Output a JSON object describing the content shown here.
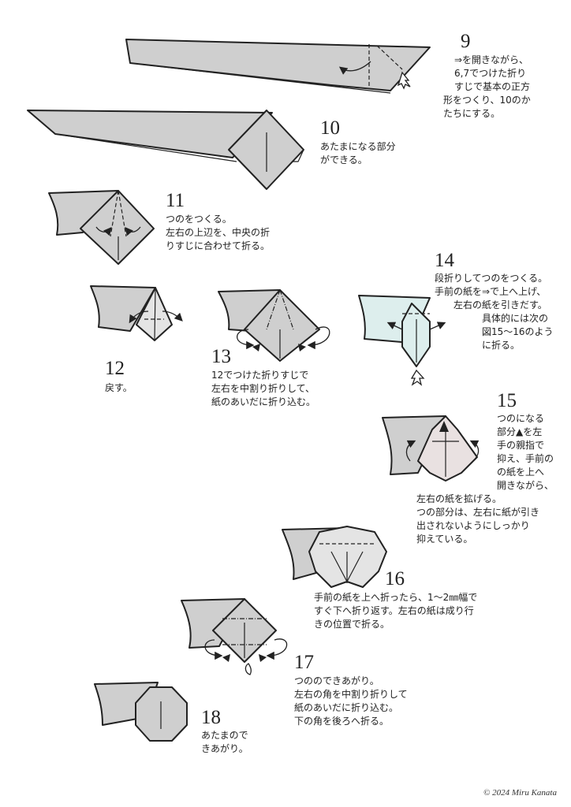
{
  "steps": [
    {
      "num": "9",
      "lines": [
        "⇒を開きながら、",
        "6,7でつけた折り",
        "すじで基本の正方",
        "形をつくり、10のか",
        "たちにする。"
      ]
    },
    {
      "num": "10",
      "lines": [
        "あたまになる部分",
        "ができる。"
      ]
    },
    {
      "num": "11",
      "lines": [
        "つのをつくる。",
        "左右の上辺を、中央の折",
        "りすじに合わせて折る。"
      ]
    },
    {
      "num": "12",
      "lines": [
        "戻す。"
      ]
    },
    {
      "num": "13",
      "lines": [
        "12でつけた折りすじで",
        "左右を中割り折りして、",
        "紙のあいだに折り込む。"
      ]
    },
    {
      "num": "14",
      "lines": [
        "段折りしてつのをつくる。",
        "手前の紙を⇒で上へ上げ、",
        "左右の紙を引きだす。",
        "具体的には次の",
        "図15～16のよう",
        "に折る。"
      ]
    },
    {
      "num": "15",
      "lines": [
        "つのになる",
        "部分▲を左",
        "手の親指で",
        "抑え、手前の",
        "の紙を上へ",
        "開きながら、",
        "左右の紙を拡げる。",
        "つの部分は、左右に紙が引き",
        "出されないようにしっかり",
        "抑えている。"
      ]
    },
    {
      "num": "16",
      "lines": [
        "手前の紙を上へ折ったら、1～2㎜幅で",
        "すぐ下へ折り返す。左右の紙は成り行",
        "きの位置で折る。"
      ]
    },
    {
      "num": "17",
      "lines": [
        "つののできあがり。",
        "左右の角を中割り折りして",
        "紙のあいだに折り込む。",
        "下の角を後ろへ折る。"
      ]
    },
    {
      "num": "18",
      "lines": [
        "あたまので",
        "きあがり。"
      ]
    }
  ],
  "copyright": "© 2024 Miru Kanata"
}
